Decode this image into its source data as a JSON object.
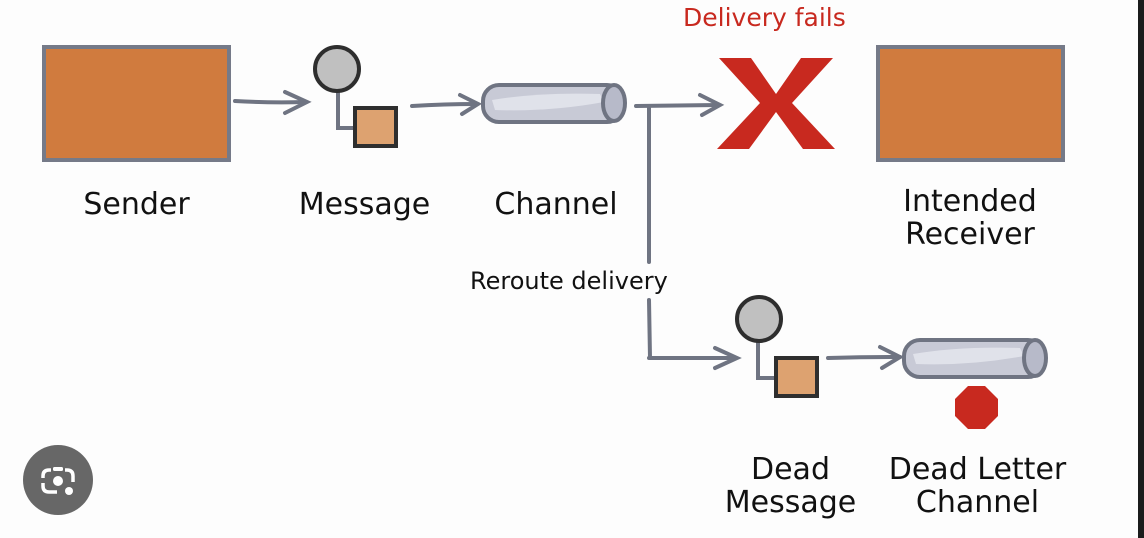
{
  "diagram": {
    "title_annotation": "Delivery fails",
    "reroute_label": "Reroute delivery",
    "nodes": {
      "sender": {
        "label": "Sender"
      },
      "message": {
        "label": "Message"
      },
      "channel": {
        "label": "Channel"
      },
      "intended_receiver": {
        "line1": "Intended",
        "line2": "Receiver"
      },
      "dead_message": {
        "line1": "Dead",
        "line2": "Message"
      },
      "dead_letter_channel": {
        "line1": "Dead Letter",
        "line2": "Channel"
      }
    },
    "colors": {
      "box_fill": "#d07b3e",
      "box_stroke": "#757a88",
      "arrow": "#6f7482",
      "message_circle": "#c0c0c0",
      "message_square": "#dda270",
      "outline": "#2e2e2e",
      "channel_fill": "#c8cad6",
      "fail_red": "#c8291f"
    }
  },
  "overlay": {
    "lens_button_icon": "google-lens-icon"
  }
}
